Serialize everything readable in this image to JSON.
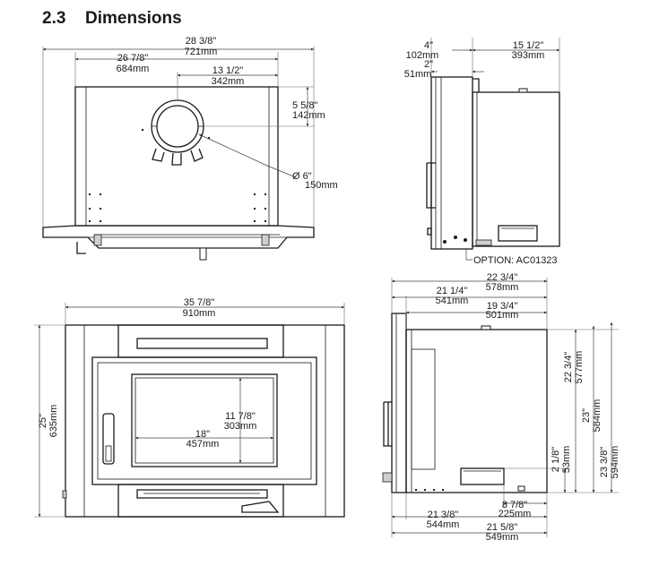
{
  "heading": {
    "number": "2.3",
    "title": "Dimensions"
  },
  "top_view": {
    "overall_width": {
      "in": "28  3/8\"",
      "mm": "721mm"
    },
    "body_width": {
      "in": "26  7/8\"",
      "mm": "684mm"
    },
    "flue_offset": {
      "in": "13  1/2\"",
      "mm": "342mm"
    },
    "flue_depth": {
      "in": "5  5/8\"",
      "mm": "142mm"
    },
    "flue_diameter": {
      "in": "Ø  6\"",
      "mm": "150mm"
    }
  },
  "side_view_top": {
    "top_depth": {
      "in": "4\"",
      "mm": "102mm"
    },
    "bracket_depth": {
      "in": "2\"",
      "mm": "51mm"
    },
    "body_depth": {
      "in": "15  1/2\"",
      "mm": "393mm"
    },
    "option": "OPTION: AC01323"
  },
  "front_view": {
    "width": {
      "in": "35  7/8\"",
      "mm": "910mm"
    },
    "height": {
      "in": "25\"",
      "mm": "635mm"
    },
    "glass_width": {
      "in": "18\"",
      "mm": "457mm"
    },
    "glass_height": {
      "in": "11  7/8\"",
      "mm": "303mm"
    }
  },
  "side_view_bottom": {
    "overall_depth": {
      "in": "22  3/4\"",
      "mm": "578mm"
    },
    "depth_a": {
      "in": "21  1/4\"",
      "mm": "541mm"
    },
    "depth_b": {
      "in": "19  3/4\"",
      "mm": "501mm"
    },
    "height_a": {
      "in": "22  3/4\"",
      "mm": "577mm"
    },
    "height_b": {
      "in": "23\"",
      "mm": "584mm"
    },
    "height_c": {
      "in": "23  3/8\"",
      "mm": "594mm"
    },
    "outlet_height": {
      "in": "2  1/8\"",
      "mm": "53mm"
    },
    "outlet_offset": {
      "in": "8  7/8\"",
      "mm": "225mm"
    },
    "bottom_a": {
      "in": "21  3/8\"",
      "mm": "544mm"
    },
    "bottom_b": {
      "in": "21  5/8\"",
      "mm": "549mm"
    }
  }
}
